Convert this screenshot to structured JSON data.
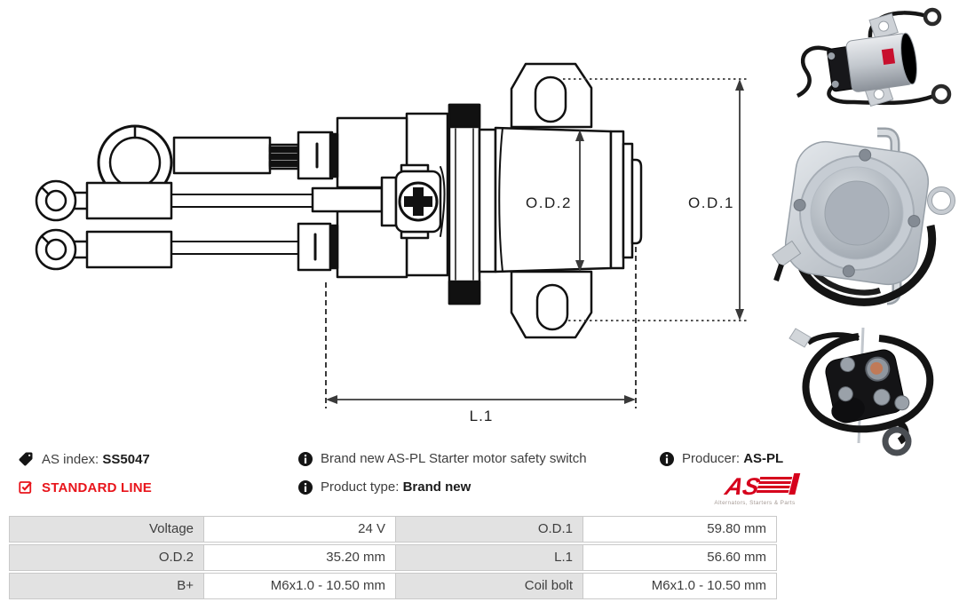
{
  "product_info": {
    "as_index": {
      "label": "AS index:",
      "value": "SS5047"
    },
    "standard_line": "STANDARD LINE",
    "description": "Brand new AS-PL Starter motor safety switch",
    "product_type": {
      "label": "Product type:",
      "value": "Brand new"
    },
    "producer": {
      "label": "Producer:",
      "value": "AS-PL"
    }
  },
  "brand_logo": {
    "text": "AS",
    "tagline": "Alternators, Starters & Parts"
  },
  "diagram": {
    "dim_od2": "O.D.2",
    "dim_od1": "O.D.1",
    "dim_l1": "L.1"
  },
  "icons": {
    "as_index": "tag-icon",
    "standard_line": "checkbox-checked-icon",
    "description": "info-icon",
    "product_type": "info-icon",
    "producer": "info-icon"
  },
  "colors": {
    "accent_red": "#e8141b",
    "logo_red": "#d6001c",
    "text": "#3e3e3e",
    "text_bold": "#1c1c1c",
    "table_label_bg": "#e2e2e2",
    "table_border": "#c9c9c9",
    "drawing_line": "#111111"
  },
  "spec_table": {
    "rows": [
      [
        {
          "label": "Voltage",
          "value": "24 V"
        },
        {
          "label": "O.D.1",
          "value": "59.80 mm"
        }
      ],
      [
        {
          "label": "O.D.2",
          "value": "35.20 mm"
        },
        {
          "label": "L.1",
          "value": "56.60 mm"
        }
      ],
      [
        {
          "label": "B+",
          "value": "M6x1.0 - 10.50 mm"
        },
        {
          "label": "Coil bolt",
          "value": "M6x1.0 - 10.50 mm"
        }
      ]
    ]
  }
}
